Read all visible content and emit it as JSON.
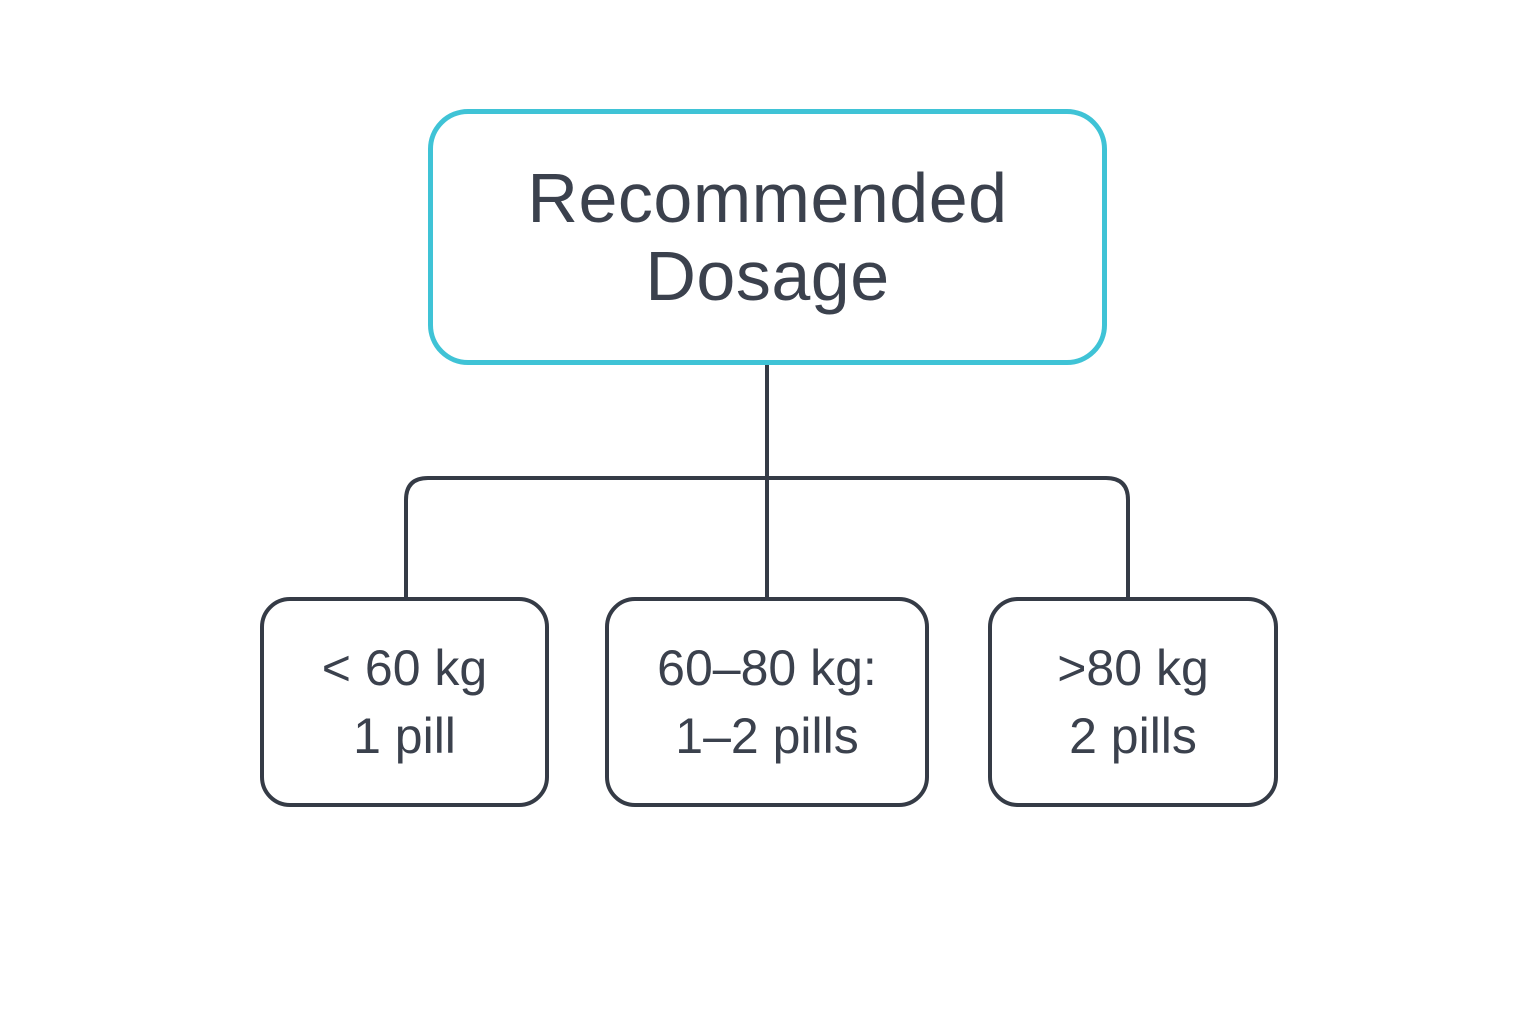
{
  "diagram": {
    "root": {
      "lines": [
        "Recommended",
        "Dosage"
      ]
    },
    "children": [
      {
        "lines": [
          "< 60 kg",
          "1 pill"
        ]
      },
      {
        "lines": [
          "60–80 kg:",
          "1–2 pills"
        ]
      },
      {
        "lines": [
          ">80 kg",
          "2 pills"
        ]
      }
    ],
    "colors": {
      "root_border": "#3fc3d6",
      "leaf_border": "#353b46",
      "connector": "#353b46",
      "text": "#3b414d"
    }
  }
}
